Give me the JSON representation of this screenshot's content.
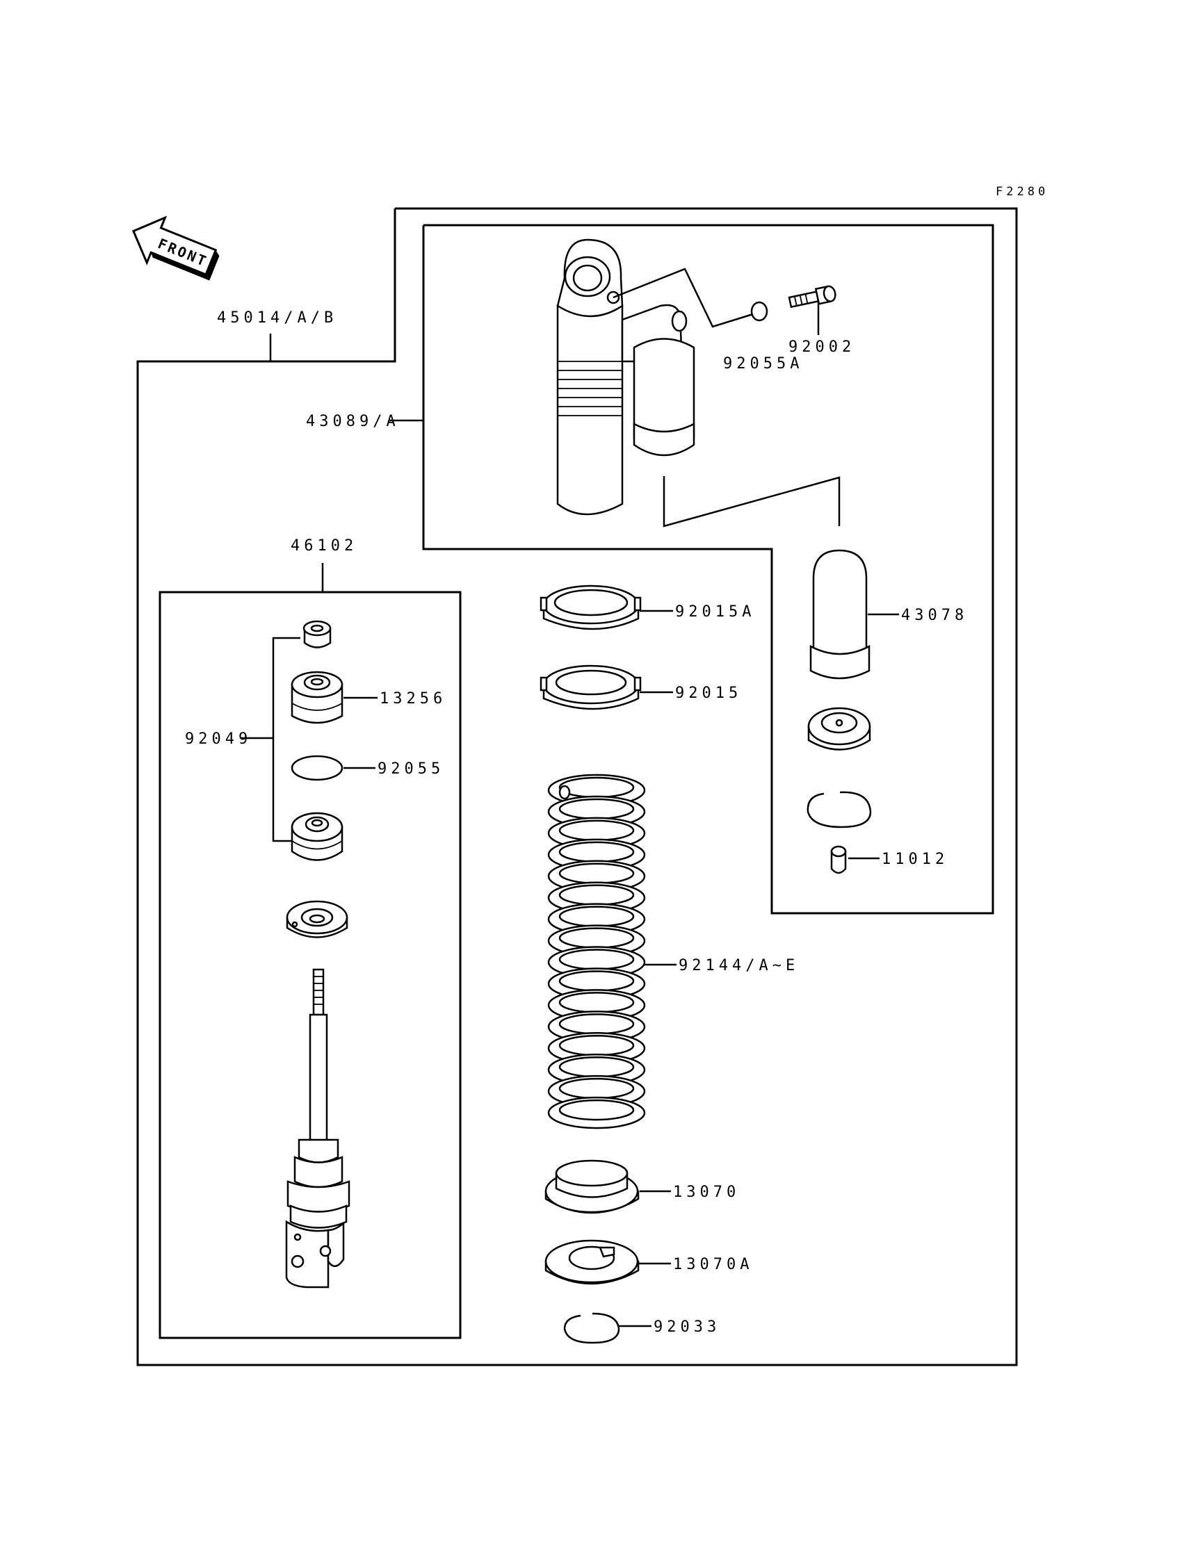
{
  "diagram_code": "F2280",
  "front_label": "FRONT",
  "callouts": {
    "p45014": "45014/A/B",
    "p43089": "43089/A",
    "p92055A": "92055A",
    "p92002": "92002",
    "p46102": "46102",
    "p92015A": "92015A",
    "p92015": "92015",
    "p43078": "43078",
    "p92049": "92049",
    "p13256": "13256",
    "p92055": "92055",
    "p11012": "11012",
    "p92144": "92144/A~E",
    "p13070": "13070",
    "p13070A": "13070A",
    "p92033": "92033"
  }
}
